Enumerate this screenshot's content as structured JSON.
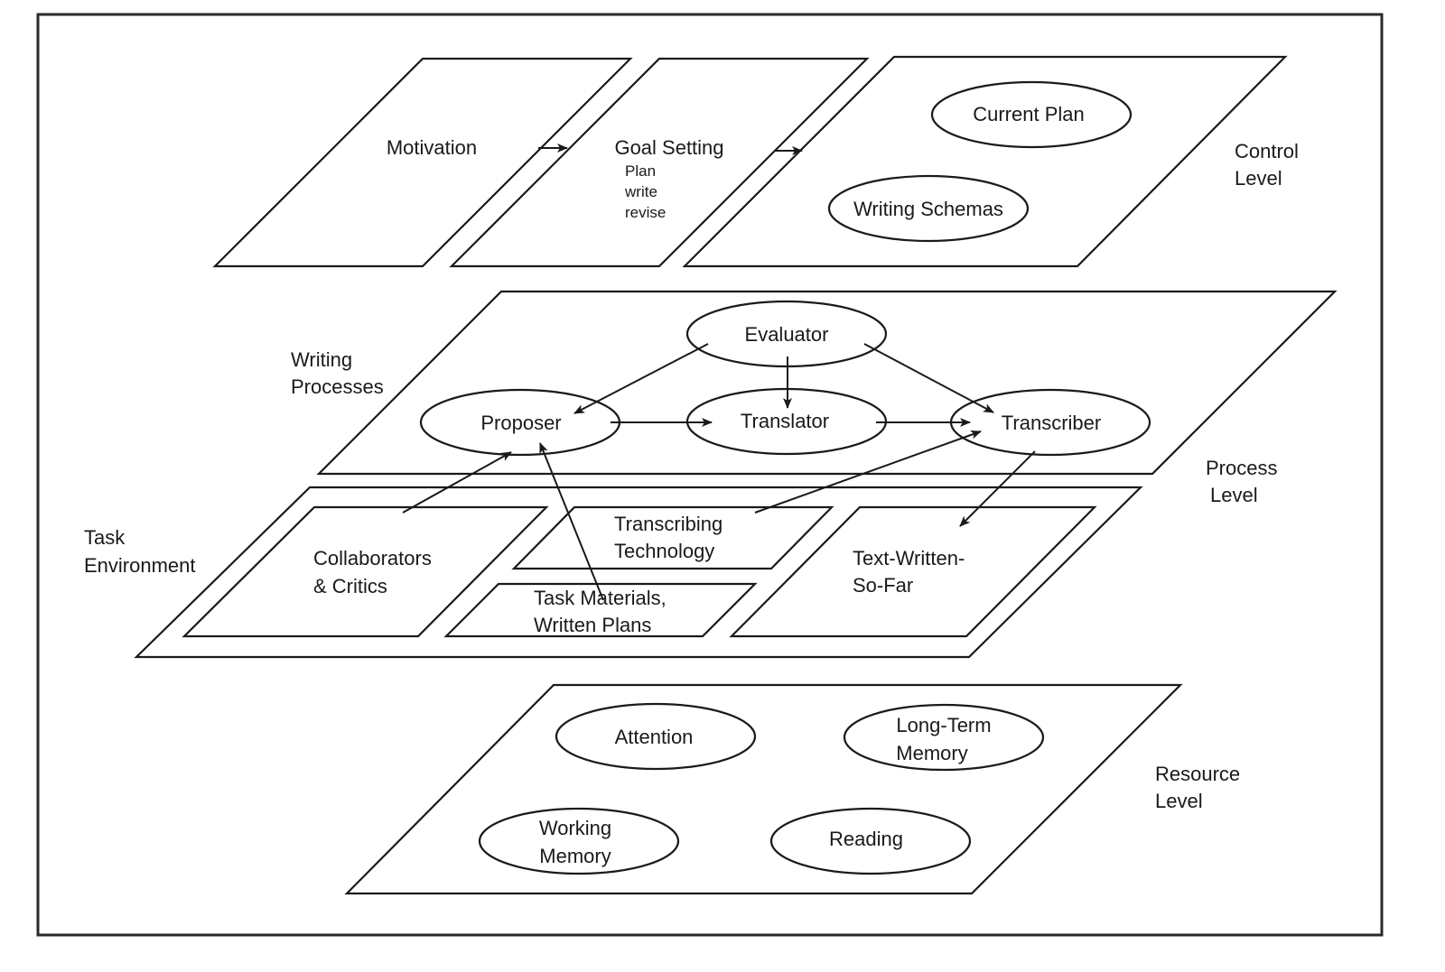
{
  "diagram": {
    "levels": {
      "control": {
        "line1": "Control",
        "line2": "Level"
      },
      "process": {
        "line1": "Process",
        "line2": "Level"
      },
      "resource": {
        "line1": "Resource",
        "line2": "Level"
      }
    },
    "control_level": {
      "motivation": "Motivation",
      "goal_setting": {
        "title": "Goal Setting",
        "items": [
          "Plan",
          "write",
          "revise"
        ]
      },
      "current_plan": "Current Plan",
      "writing_schemas": "Writing Schemas"
    },
    "writing_processes": {
      "label_line1": "Writing",
      "label_line2": "Processes",
      "evaluator": "Evaluator",
      "proposer": "Proposer",
      "translator": "Translator",
      "transcriber": "Transcriber"
    },
    "task_environment": {
      "label_line1": "Task",
      "label_line2": "Environment",
      "collaborators": {
        "line1": "Collaborators",
        "line2": "& Critics"
      },
      "transcribing_technology": {
        "line1": "Transcribing",
        "line2": "Technology"
      },
      "task_materials": {
        "line1": "Task Materials,",
        "line2": "Written Plans"
      },
      "text_written": {
        "line1": "Text-Written-",
        "line2": "So-Far"
      }
    },
    "resource_level": {
      "attention": "Attention",
      "long_term_memory": {
        "line1": "Long-Term",
        "line2": "Memory"
      },
      "working_memory": {
        "line1": "Working",
        "line2": "Memory"
      },
      "reading": "Reading"
    },
    "connections": [
      {
        "from": "Motivation",
        "to": "Goal Setting"
      },
      {
        "from": "Goal Setting",
        "to": "Control plane"
      },
      {
        "from": "Evaluator",
        "to": "Proposer"
      },
      {
        "from": "Evaluator",
        "to": "Translator"
      },
      {
        "from": "Evaluator",
        "to": "Transcriber"
      },
      {
        "from": "Proposer",
        "to": "Translator"
      },
      {
        "from": "Translator",
        "to": "Transcriber"
      },
      {
        "from": "Collaborators & Critics",
        "to": "Proposer"
      },
      {
        "from": "Task Materials, Written Plans",
        "to": "Proposer"
      },
      {
        "from": "Transcribing Technology",
        "to": "Transcriber"
      },
      {
        "from": "Transcriber",
        "to": "Text-Written-So-Far"
      }
    ]
  }
}
